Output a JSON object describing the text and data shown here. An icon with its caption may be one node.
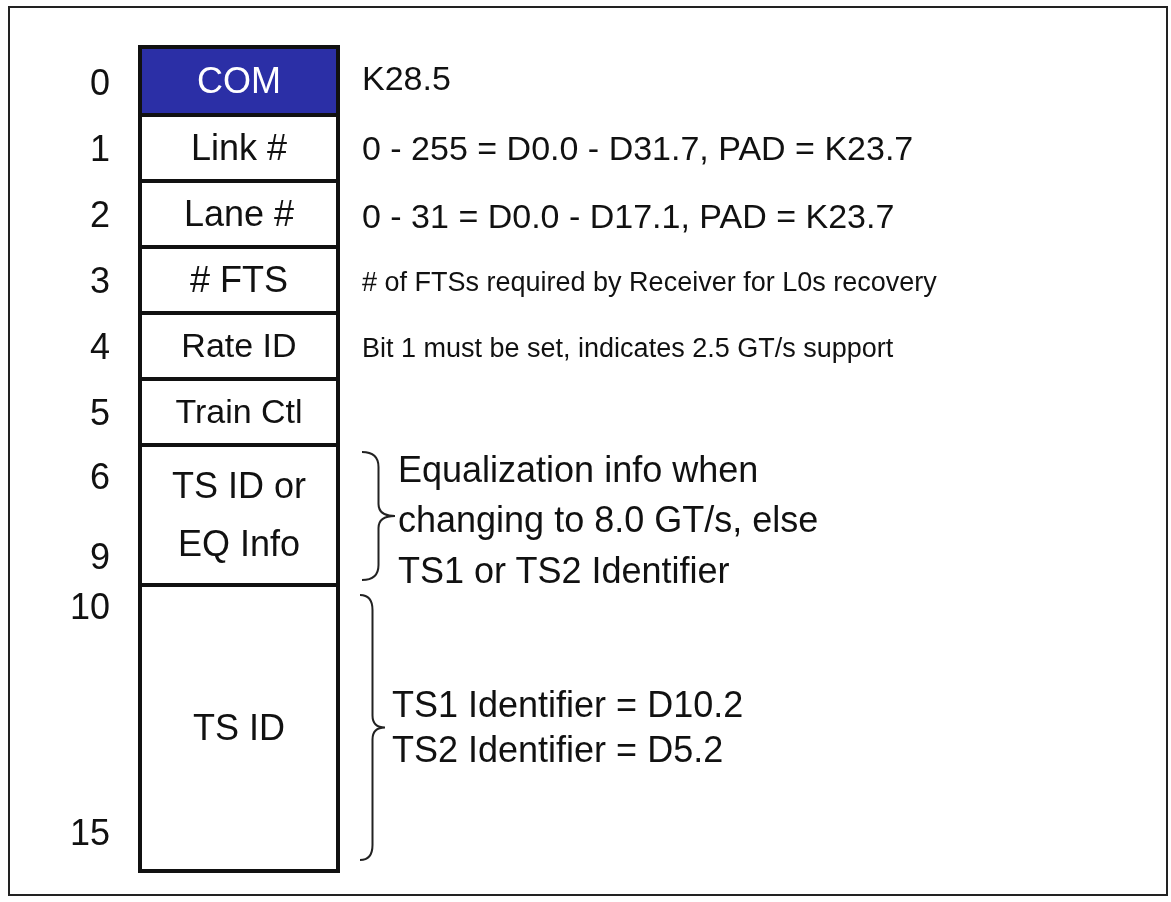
{
  "diagram": {
    "nodes": [
      {
        "text": [
          "COM"
        ],
        "beside": [
          "K28.5"
        ]
      },
      {
        "text": [
          "Link #"
        ],
        "beside": [
          "0 - 255 = D0.0 - D31.7, PAD = K23.7"
        ]
      },
      {
        "text": [
          "Lane #"
        ],
        "beside": [
          "0 - 31 = D0.0 - D17.1, PAD = K23.7"
        ]
      },
      {
        "text": [
          "# FTS"
        ],
        "beside": [
          "# of FTSs required by Receiver for L0s recovery"
        ]
      },
      {
        "text": [
          "Rate ID"
        ],
        "beside": [
          "Bit 1 must be set, indicates 2.5 GT/s support"
        ]
      },
      {
        "text": [
          "Train Ctl"
        ]
      },
      {
        "text": [
          "TS ID or EQ Info"
        ],
        "beside": [
          "Equalization info when changing to 8.0 GT/s, else TS1 or TS2 Identifier"
        ]
      },
      {
        "text": [
          "TS ID"
        ],
        "beside": [
          "TS1 Identifier = D10.2",
          "TS2 Identifier = D5.2"
        ]
      }
    ],
    "edges": [],
    "labels": [
      "0",
      "1",
      "2",
      "3",
      "4",
      "5",
      "6",
      "9",
      "10",
      "15"
    ]
  }
}
